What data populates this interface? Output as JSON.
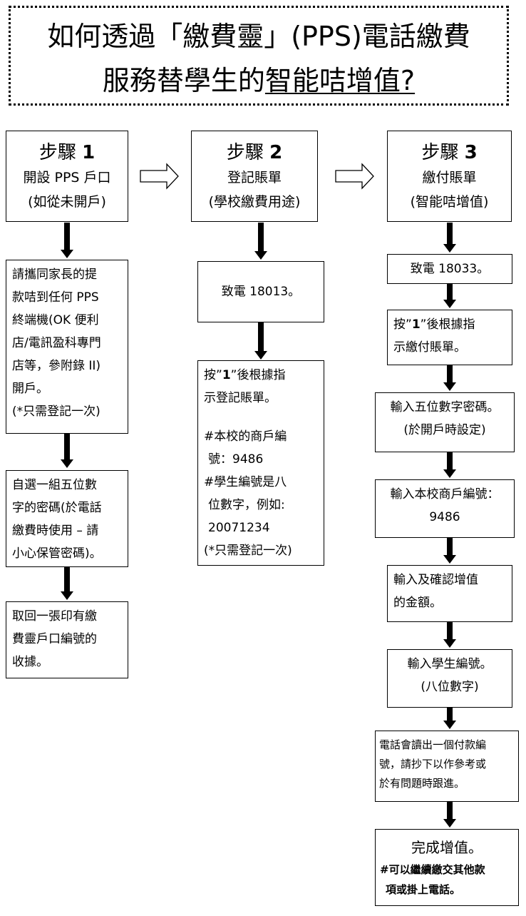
{
  "title": {
    "line1": "如何透過「繳費靈」(PPS)電話繳費",
    "line2_plain": "服務替學生的",
    "line2_underlined": "智能咭增值?"
  },
  "steps": [
    {
      "label": "步驟",
      "number": "1",
      "name": "開設 PPS 戶口",
      "sub": "(如從未開戶)",
      "boxes": [
        {
          "lines": [
            "請攜同家長的提",
            "款咭到任何 PPS",
            "終端機(OK 便利",
            "店/電訊盈科專門",
            "店等，參附錄 II)",
            "開戶。",
            "(*只需登記一次)"
          ]
        },
        {
          "lines": [
            "自選一組五位數",
            "字的密碼(於電話",
            "繳費時使用 – 請",
            "小心保管密碼)。"
          ]
        },
        {
          "lines": [
            "取回一張印有繳",
            "費靈戶口編號的",
            "收據。"
          ]
        }
      ]
    },
    {
      "label": "步驟",
      "number": "2",
      "name": "登記賬單",
      "sub": "(學校繳費用途)",
      "boxes": [
        {
          "lines": [
            "致電 18013。"
          ]
        },
        {
          "press_prefix": "按”",
          "press_key": "1",
          "press_suffix": "”後根據指",
          "lines": [
            "示登記賬單。"
          ],
          "notes": [
            "#本校的商戶編",
            "號：9486",
            "#學生編號是八",
            "位數字，例如:",
            "20071234",
            "(*只需登記一次)"
          ]
        }
      ]
    },
    {
      "label": "步驟",
      "number": "3",
      "name": "繳付賬單",
      "sub": "(智能咭增值)",
      "boxes": [
        {
          "lines": [
            "致電 18033。"
          ]
        },
        {
          "press_prefix": "按”",
          "press_key": "1",
          "press_suffix": "”後根據指",
          "lines": [
            "示繳付賬單。"
          ]
        },
        {
          "lines": [
            "輸入五位數字密碼。",
            "(於開戶時設定)"
          ]
        },
        {
          "lines": [
            "輸入本校商戶編號：",
            "9486"
          ]
        },
        {
          "lines": [
            "輸入及確認增值",
            "的金額。"
          ]
        },
        {
          "lines": [
            "輸入學生編號。",
            "(八位數字)"
          ]
        },
        {
          "lines": [
            "電話會讀出一個付款編",
            "號，請抄下以作參考或",
            "於有問題時跟進。"
          ]
        },
        {
          "lines": [
            "完成增值。"
          ],
          "notes": [
            "#可以繼續繳交其他款",
            "項或掛上電話。"
          ]
        }
      ]
    }
  ]
}
